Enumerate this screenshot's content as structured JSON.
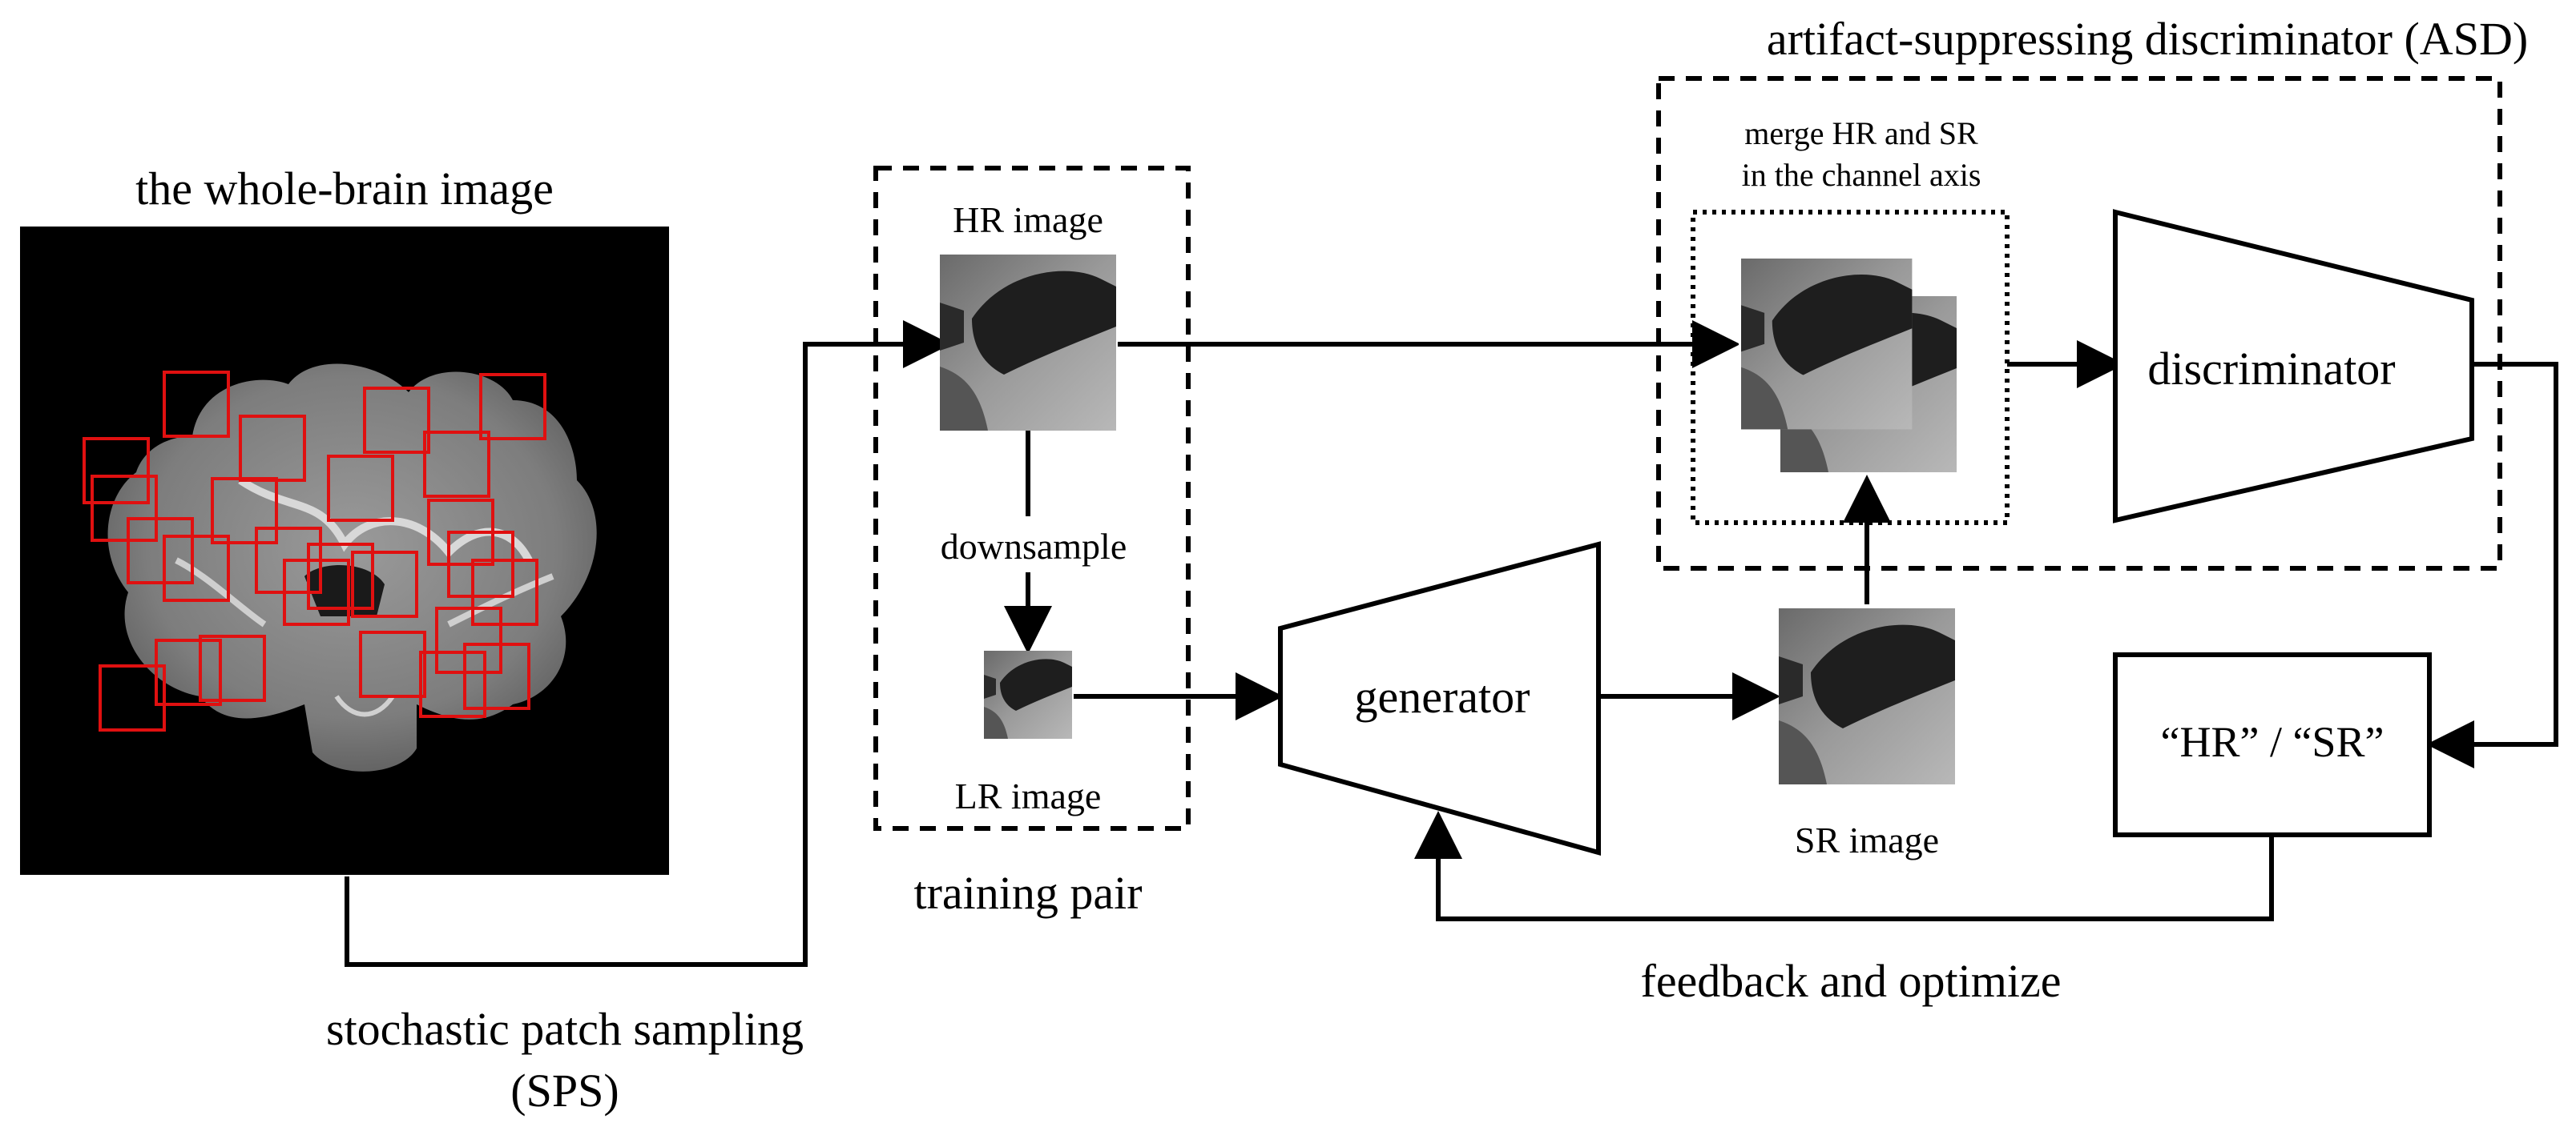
{
  "brain": {
    "title": "the whole-brain image"
  },
  "sps": {
    "label_line1": "stochastic patch sampling",
    "label_line2": "(SPS)"
  },
  "training_pair": {
    "hr_label": "HR image",
    "downsample_label": "downsample",
    "lr_label": "LR image",
    "caption": "training pair"
  },
  "generator": {
    "label": "generator"
  },
  "sr": {
    "label": "SR image"
  },
  "asd": {
    "title": "artifact-suppressing discriminator (ASD)",
    "merge_line1": "merge HR and SR",
    "merge_line2": "in the channel axis",
    "discriminator_label": "discriminator"
  },
  "output": {
    "label": "“HR” / “SR”"
  },
  "feedback": {
    "label": "feedback and optimize"
  },
  "colors": {
    "patch_outline": "#e01010",
    "line": "#000000",
    "brain_bg": "#000000"
  }
}
